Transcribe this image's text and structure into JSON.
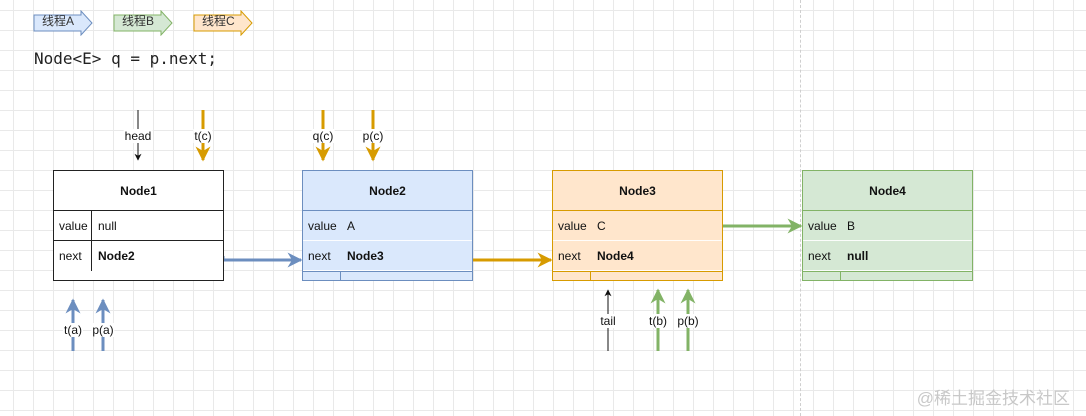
{
  "legend": [
    {
      "label": "线程A",
      "fill": "#dae8fc",
      "stroke": "#6c8ebf"
    },
    {
      "label": "线程B",
      "fill": "#d5e8d4",
      "stroke": "#82b366"
    },
    {
      "label": "线程C",
      "fill": "#ffe6cc",
      "stroke": "#d79b00"
    }
  ],
  "code": "Node<E> q = p.next;",
  "nodes": [
    {
      "title": "Node1",
      "value_key": "value",
      "value": "null",
      "next_key": "next",
      "next": "Node2"
    },
    {
      "title": "Node2",
      "value_key": "value",
      "value": "A",
      "next_key": "next",
      "next": "Node3"
    },
    {
      "title": "Node3",
      "value_key": "value",
      "value": "C",
      "next_key": "next",
      "next": "Node4"
    },
    {
      "title": "Node4",
      "value_key": "value",
      "value": "B",
      "next_key": "next",
      "next": "null"
    }
  ],
  "pointers": {
    "head": "head",
    "tc": "t(c)",
    "qc": "q(c)",
    "pc": "p(c)",
    "ta": "t(a)",
    "pa": "p(a)",
    "tail": "tail",
    "tb": "t(b)",
    "pb": "p(b)"
  },
  "colors": {
    "thread_a": "#6c8ebf",
    "thread_b": "#82b366",
    "thread_c": "#d79b00",
    "neutral": "#111111"
  },
  "watermark": "@稀土掘金技术社区"
}
